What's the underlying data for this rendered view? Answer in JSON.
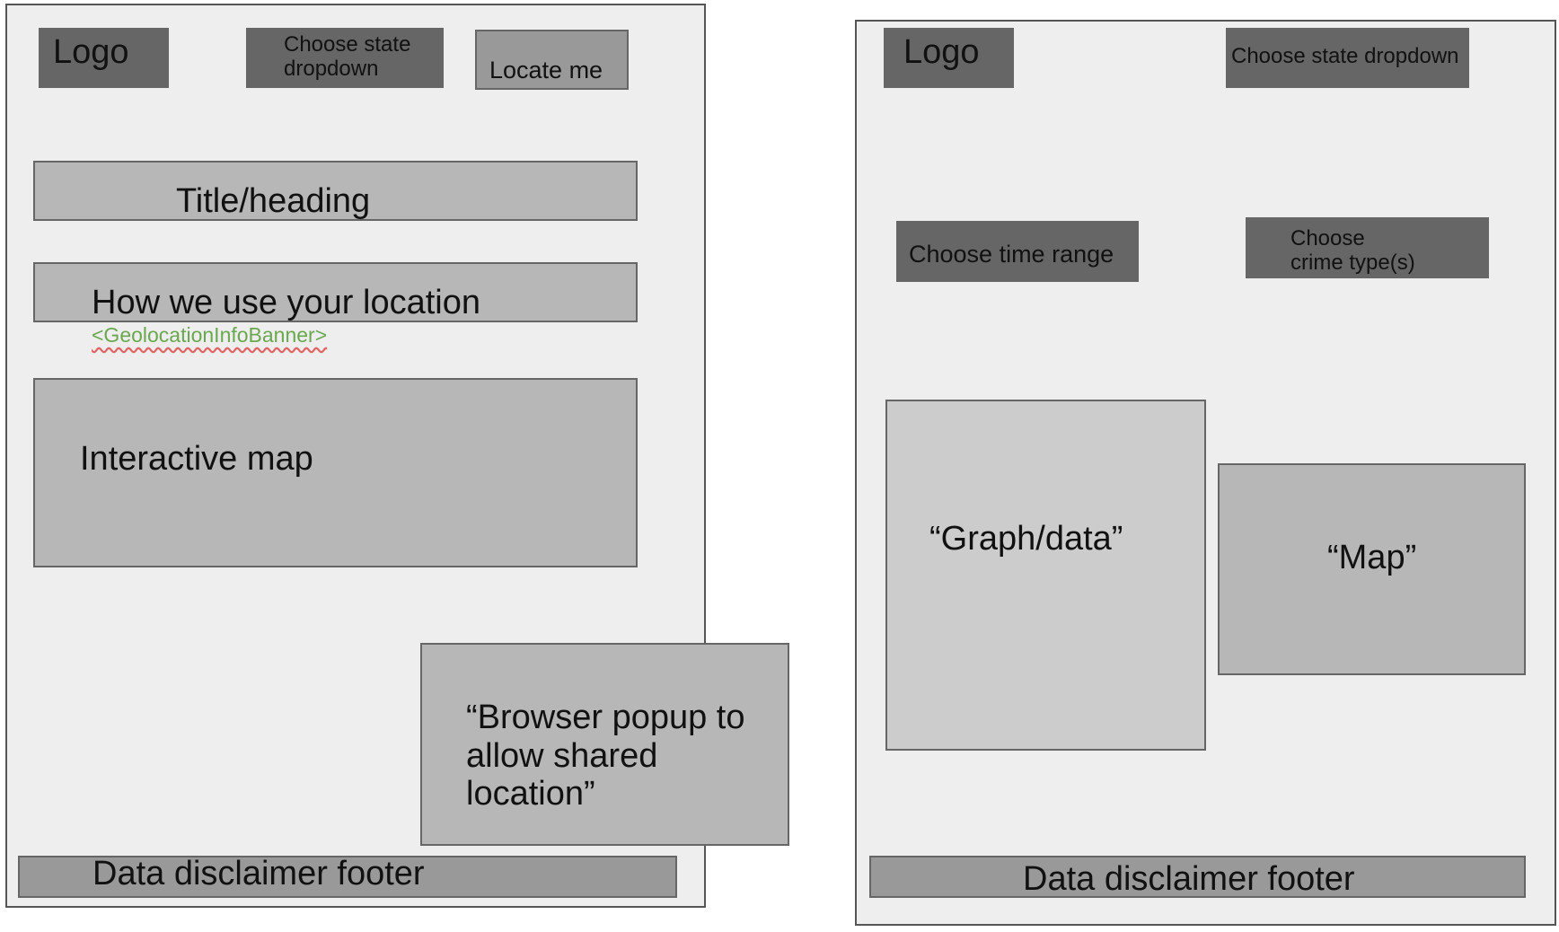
{
  "left_wireframe": {
    "logo": "Logo",
    "state_dropdown": "Choose state\ndropdown",
    "locate_button": "Locate me",
    "title": "Title/heading",
    "location_info": "How we use your location",
    "location_info_component": "<GeolocationInfoBanner>",
    "map": "Interactive map",
    "browser_popup": "“Browser popup to\nallow shared\nlocation”",
    "footer": "Data disclaimer footer"
  },
  "right_wireframe": {
    "logo": "Logo",
    "state_dropdown": "Choose state dropdown",
    "time_range": "Choose time range",
    "crime_type": "Choose\ncrime type(s)",
    "graph": "“Graph/data”",
    "map": "“Map”",
    "footer": "Data disclaimer footer"
  },
  "colors": {
    "frame_bg": "#eeeeee",
    "dark_box": "#666666",
    "medium_box": "#999999",
    "light_box": "#b7b7b7",
    "pale_box": "#cccccc",
    "annotation_text": "#6aa84f",
    "spellcheck_underline": "#e06666"
  }
}
